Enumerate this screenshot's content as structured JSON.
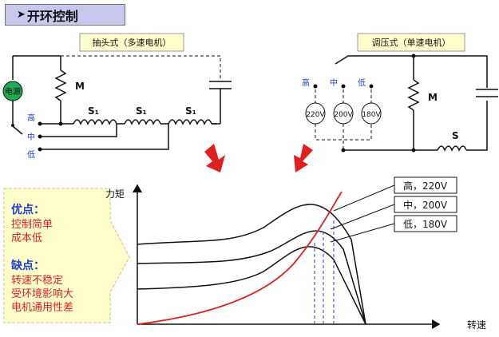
{
  "title": "开环控制",
  "left_circuit": {
    "caption": "抽头式（多速电机）",
    "source_label": "电源",
    "motor_label": "M",
    "coil_labels": [
      "S₁",
      "S₁",
      "S₁"
    ],
    "taps": [
      "高",
      "中",
      "低"
    ]
  },
  "right_circuit": {
    "caption": "调压式（单速电机）",
    "taps": [
      "高",
      "中",
      "低"
    ],
    "voltages": [
      "220V",
      "200V",
      "180V"
    ],
    "motor_label": "M",
    "coil_label": "S"
  },
  "chart": {
    "ylabel": "力矩",
    "xlabel": "转速",
    "legend": [
      "高，220V",
      "中，200V",
      "低，180V"
    ]
  },
  "notes": {
    "pros_title": "优点：",
    "pros": [
      "控制简单",
      "成本低"
    ],
    "cons_title": "缺点：",
    "cons": [
      "转速不稳定",
      "受环境影响大",
      "电机通用性差"
    ]
  },
  "colors": {
    "accent_red": "#e02020",
    "highlight_blue": "#1c3fd0",
    "note_fill": "#ffffcc",
    "title_fill": "#c8c8ee"
  }
}
